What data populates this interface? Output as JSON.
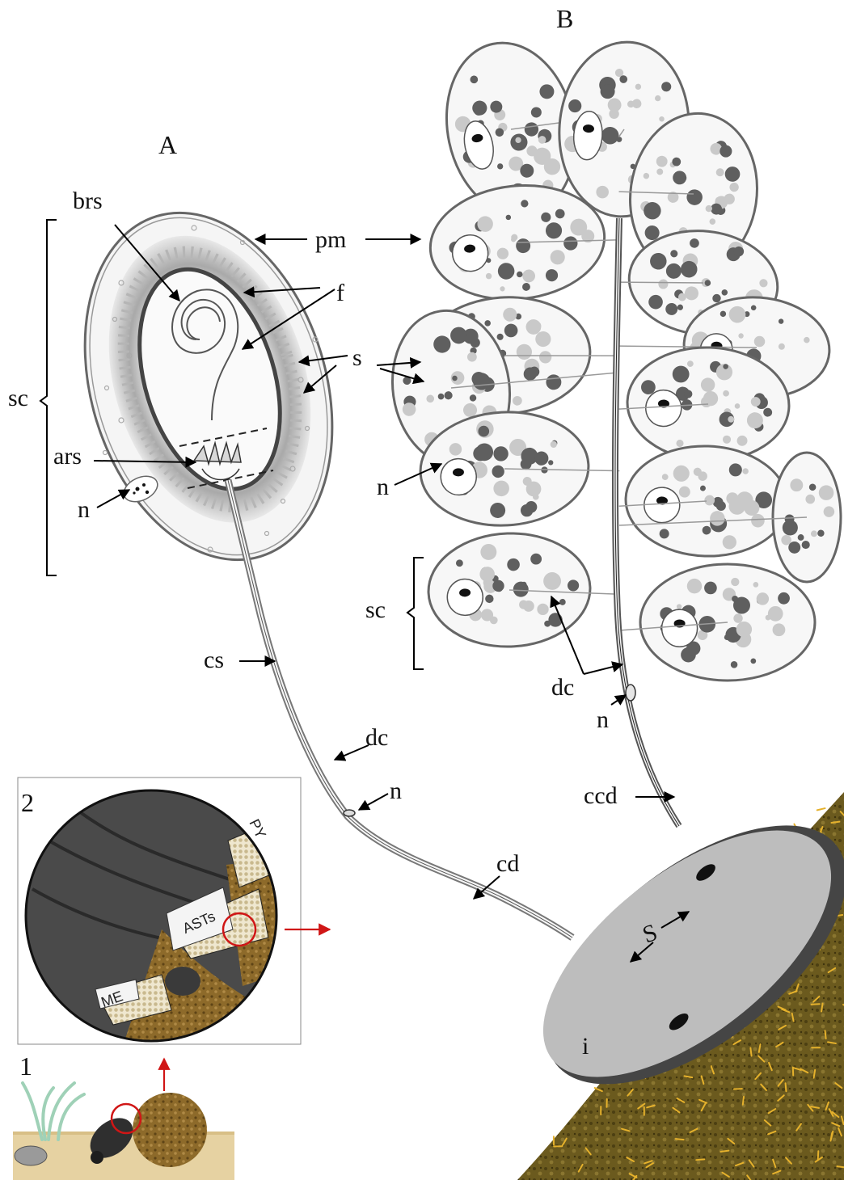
{
  "figure": {
    "panels": {
      "A": "A",
      "B": "B",
      "inset_2": "2",
      "inset_1": "1"
    },
    "labels": {
      "brs": "brs",
      "pm": "pm",
      "pm_b": "pm",
      "f": "f",
      "s": "s",
      "s_b": "s",
      "sc": "sc",
      "sc_b": "sc",
      "ars": "ars",
      "n_a": "n",
      "n_b_cell": "n",
      "n_b_duct": "n",
      "n_a_duct": "n",
      "cs": "cs",
      "dc_a": "dc",
      "dc_b": "dc",
      "cd": "cd",
      "ccd": "ccd",
      "S": "S",
      "i": "i"
    },
    "inset_labels": {
      "ASTs": "ASTs",
      "PY": "PY",
      "ME": "ME"
    },
    "colors": {
      "outline": "#666666",
      "granule_dark": "#5f5f5f",
      "granule_light": "#c9c9c9",
      "fibrils": "#8c8c8c",
      "plate_face": "#bdbdbd",
      "plate_rim": "#454545",
      "cuticle_texture": "#6b5a1e",
      "setae": "#e5b12c",
      "callout": "#d01616"
    }
  }
}
